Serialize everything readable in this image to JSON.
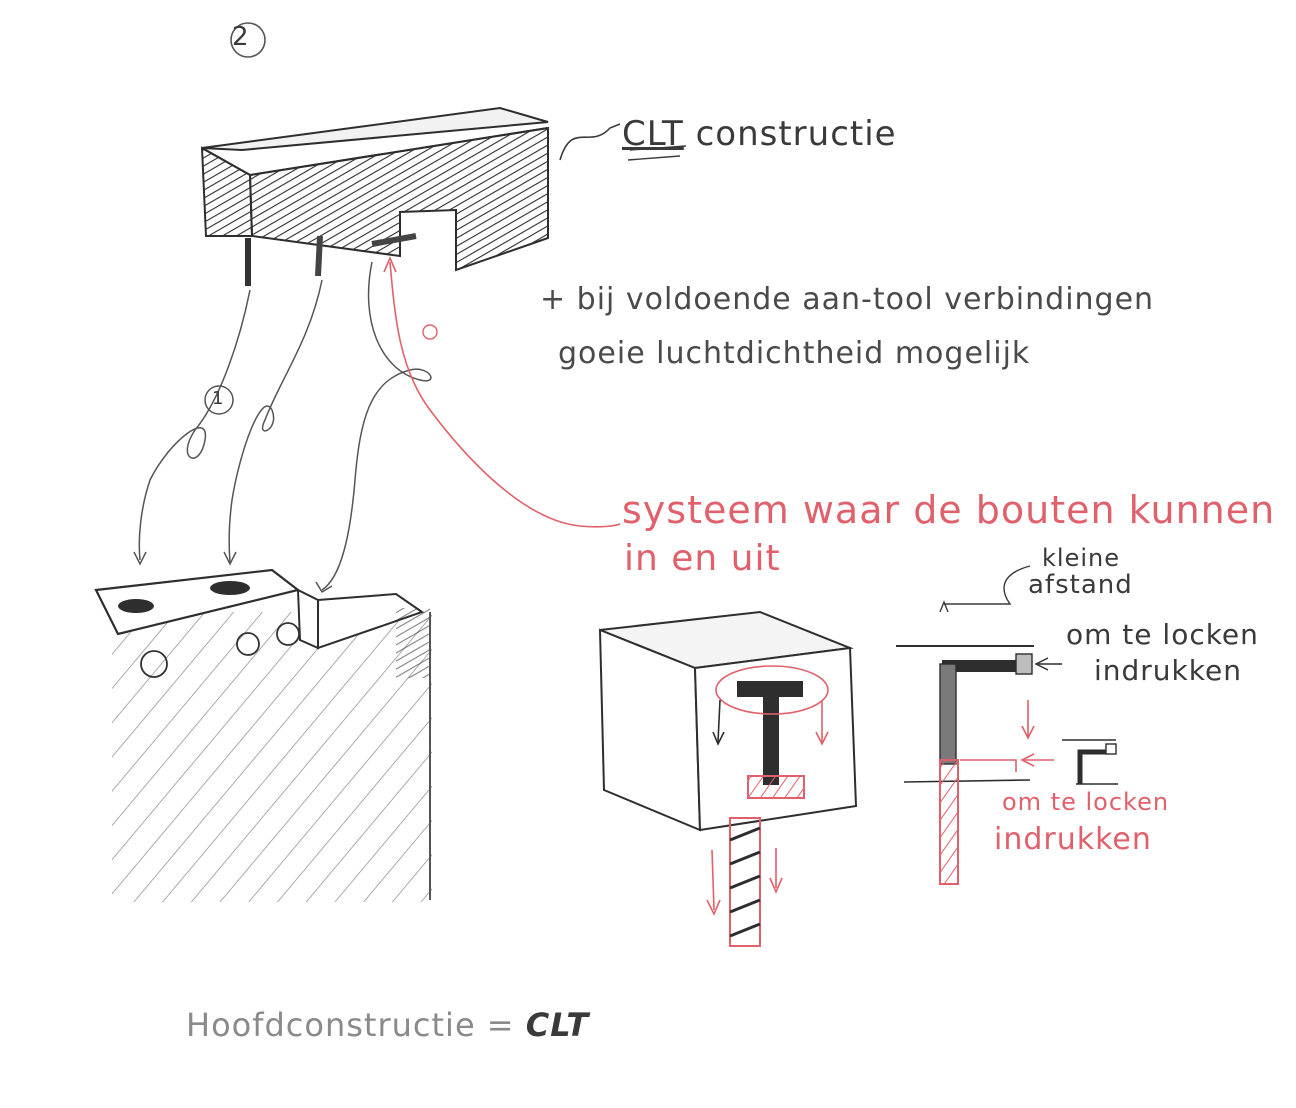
{
  "sketch": {
    "step_number": "2",
    "sub_number": "1",
    "clt_label_prefix": "CLT",
    "clt_label_suffix": "constructie",
    "note_line1": "+ bij voldoende aan-tool verbindingen",
    "note_line2": "goeie luchtdichtheid mogelijk",
    "system_line1": "systeem  waar de bouten kunnen",
    "system_line2": "in  en uit",
    "kleine_line1": "kleine",
    "kleine_line2": "afstand",
    "lock_line1": "om te locken",
    "lock_line2": "indrukken",
    "unlock_line1": "om te locken",
    "unlock_line2": "indrukken",
    "bottom_label_prefix": "Hoofdconstructie =",
    "bottom_label_suffix": "CLT"
  },
  "colors": {
    "pencil": "#3a3a3a",
    "red_pencil": "#e0616b",
    "paper": "#ffffff"
  }
}
